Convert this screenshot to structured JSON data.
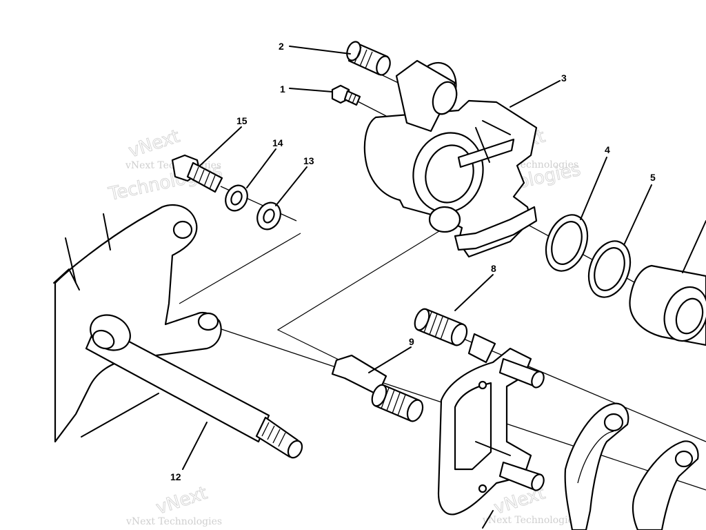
{
  "callouts": [
    "1",
    "2",
    "3",
    "4",
    "5",
    "8",
    "9",
    "12",
    "13",
    "14",
    "15"
  ],
  "watermark": {
    "line1": "vNext Technologies",
    "line2": "Technologies",
    "line3": "vNext"
  }
}
